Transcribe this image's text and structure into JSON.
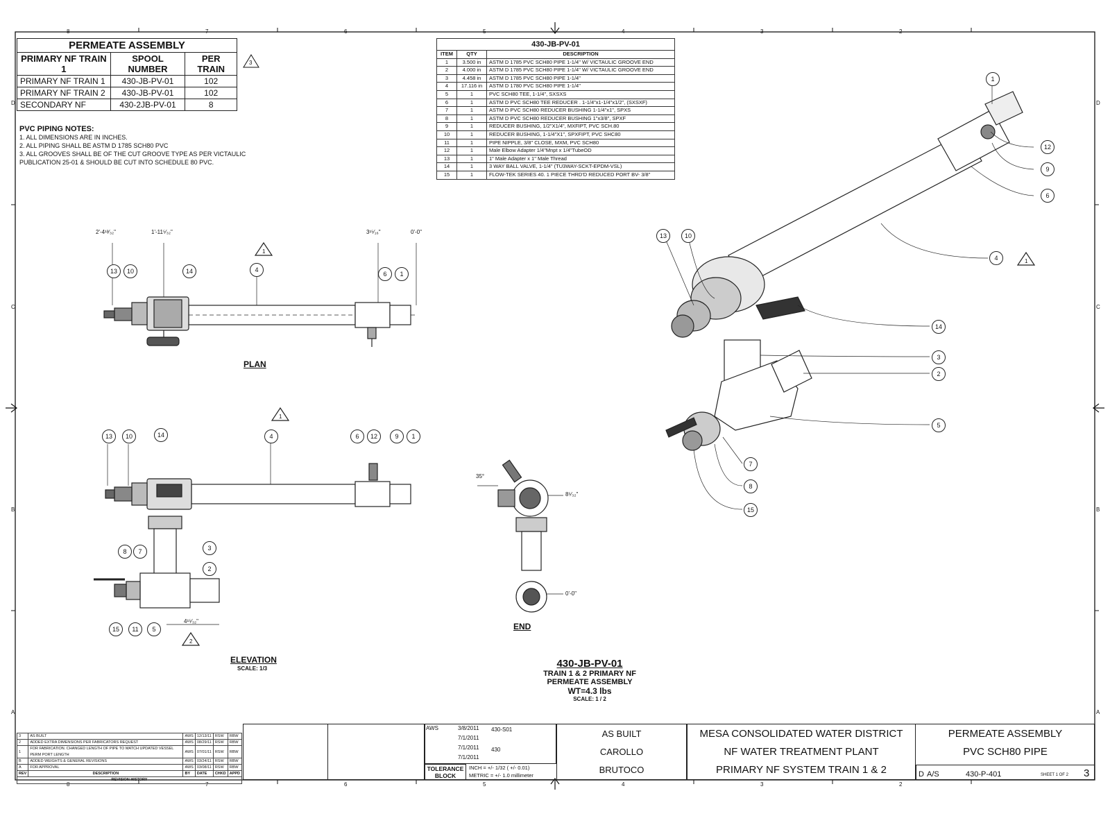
{
  "permeate_assembly": {
    "title": "PERMEATE ASSEMBLY",
    "headers": [
      "PRIMARY NF TRAIN 1",
      "SPOOL NUMBER",
      "PER TRAIN"
    ],
    "rows": [
      [
        "PRIMARY NF TRAIN 1",
        "430-JB-PV-01",
        "102"
      ],
      [
        "PRIMARY NF TRAIN 2",
        "430-JB-PV-01",
        "102"
      ],
      [
        "SECONDARY NF",
        "430-2JB-PV-01",
        "8"
      ]
    ],
    "revision_flag": "3"
  },
  "notes": {
    "title": "PVC PIPING NOTES:",
    "lines": [
      "1. ALL DIMENSIONS ARE IN INCHES.",
      "2. ALL PIPING SHALL BE ASTM D 1785 SCH80 PVC",
      "3. ALL GROOVES SHALL BE OF THE CUT GROOVE TYPE AS PER VICTAULIC",
      "PUBLICATION 25-01 & SHOULD BE CUT INTO SCHEDULE 80 PVC."
    ]
  },
  "bom": {
    "title": "430-JB-PV-01",
    "headers": [
      "ITEM",
      "QTY",
      "DESCRIPTION"
    ],
    "rows": [
      [
        "1",
        "3.500 in",
        "ASTM D 1785 PVC SCH80 PIPE 1-1/4\" W/ VICTAULIC GROOVE END"
      ],
      [
        "2",
        "4.000 in",
        "ASTM D 1785 PVC SCH80 PIPE 1-1/4\" W/ VICTAULIC GROOVE END"
      ],
      [
        "3",
        "4.458 in",
        "ASTM D 1785 PVC SCH80 PIPE 1-1/4\""
      ],
      [
        "4",
        "17.116 in",
        "ASTM D 1780 PVC SCH80 PIPE 1-1/4\""
      ],
      [
        "5",
        "1",
        "PVC SCH80 TEE, 1-1/4\", SXSXS"
      ],
      [
        "6",
        "1",
        "ASTM D PVC SCH80 TEE REDUCER . 1-1/4\"x1-1/4\"x1/2\", (SXSXF)"
      ],
      [
        "7",
        "1",
        "ASTM D PVC SCH80 REDUCER BUSHING 1-1/4\"x1\", SPXS"
      ],
      [
        "8",
        "1",
        "ASTM D PVC SCH80 REDUCER BUSHING 1\"x3/8\", SPXF"
      ],
      [
        "9",
        "1",
        "REDUCER BUSHING, 1/2\"X1/4\", MXFIPT, PVC SCH.80"
      ],
      [
        "10",
        "1",
        "REDUCER BUSHING, 1-1/4\"X1\", SPXFIPT, PVC SHC80"
      ],
      [
        "11",
        "1",
        "PIPE NIPPLE, 3/8\" CLOSE, MXM, PVC SCH80"
      ],
      [
        "12",
        "1",
        "Male Elbow Adapter 1/4\"Mnpt x 1/4\"TubeOD"
      ],
      [
        "13",
        "1",
        "1\" Male Adapter x 1\" Male Thread"
      ],
      [
        "14",
        "1",
        "3 WAY BALL VALVE, 1-1/4\" (TU3WAY-SCKT-EPDM-VSL)"
      ],
      [
        "15",
        "1",
        "FLOW-TEK SERIES 40. 1 PIECE THRD'D REDUCED PORT BV- 3/8\""
      ]
    ]
  },
  "border": {
    "top_zones": [
      "8",
      "7",
      "6",
      "5",
      "4",
      "3",
      "2"
    ],
    "bottom_zones": [
      "8",
      "7",
      "6",
      "5",
      "4",
      "3",
      "2"
    ],
    "side_zones": [
      "D",
      "C",
      "B",
      "A"
    ]
  },
  "plan": {
    "label": "PLAN",
    "dims": [
      "2'-4¹³⁄₃₂\"",
      "1'-11⁵⁄₃₂\"",
      "3¹⁵⁄₁₆\"",
      "0'-0\""
    ],
    "bubbles": [
      "13",
      "10",
      "14",
      "4",
      "6",
      "1"
    ],
    "flag": "1"
  },
  "elevation": {
    "label": "ELEVATION",
    "scale": "SCALE: 1/3",
    "bubbles": [
      "13",
      "10",
      "14",
      "4",
      "6",
      "12",
      "9",
      "1",
      "3",
      "2",
      "8",
      "7",
      "15",
      "11",
      "5"
    ],
    "dim": "4¹⁵⁄₃₂\"",
    "flags": [
      "1",
      "2"
    ]
  },
  "end_view": {
    "label": "END",
    "dims": [
      "35°",
      "8⁵⁄₃₂\"",
      "0'-0\""
    ]
  },
  "iso": {
    "bubbles": [
      "1",
      "12",
      "9",
      "6",
      "4",
      "13",
      "10",
      "14",
      "3",
      "2",
      "5",
      "7",
      "8",
      "15"
    ],
    "flag": "1"
  },
  "title_center": {
    "title": "430-JB-PV-01",
    "line1": "TRAIN 1 & 2 PRIMARY NF",
    "line2": "PERMEATE ASSEMBLY",
    "line3": "WT=4.3 lbs",
    "scale": "SCALE: 1 / 2"
  },
  "revision_history": {
    "rows": [
      [
        "3",
        "AS BUILT",
        "AWS",
        "12/13/11",
        "RSW",
        "RBW"
      ],
      [
        "2",
        "ADDED EXTRA DIMENSIONS PER FABRICATORS REQUEST",
        "AWS",
        "08/29/11",
        "RSW",
        "RBW"
      ],
      [
        "1",
        "FOR FABRICATION. CHANGED LENGTH OF PIPE TO MATCH UPDATED VESSEL PERM PORT LENGTH",
        "AWS",
        "07/01/11",
        "RSW",
        "RBW"
      ],
      [
        "B",
        "ADDED WEIGHTS & GENERAL REVISIONS",
        "AWS",
        "03/24/11",
        "RSW",
        "RBW"
      ],
      [
        "A",
        "FOR APPROVAL",
        "AWS",
        "03/08/11",
        "RSW",
        "RBW"
      ]
    ],
    "headers": [
      "REV",
      "DESCRIPTION",
      "BY",
      "DATE",
      "CHKD",
      "APPD"
    ],
    "footer": "REVISION HISTORY"
  },
  "title_block": {
    "drawn": "AWS",
    "date1": "3/8/2011",
    "date2": "7/1/2011",
    "date3": "7/1/2011",
    "date4": "7/1/2011",
    "ref": "430-S01",
    "sheet_number": "430",
    "tolerance_label": "TOLERANCE BLOCK",
    "tol_inch": "INCH = +/- 1/32 ( +/- 0.01)",
    "tol_metric": "METRIC = +/- 1.0 millimeter",
    "status": "AS BUILT",
    "engineer": "CAROLLO",
    "contractor": "BRUTOCO",
    "project_line1": "MESA CONSOLIDATED WATER DISTRICT",
    "project_line2": "NF WATER TREATMENT PLANT",
    "project_line3": "PRIMARY NF SYSTEM TRAIN 1 & 2",
    "drawing_title1": "PERMEATE ASSEMBLY",
    "drawing_title2": "PVC SCH80 PIPE",
    "size": "D",
    "scale": "A/S",
    "dwg_no": "430-P-401",
    "sheet": "SHEET 1 OF 2",
    "rev": "3"
  }
}
